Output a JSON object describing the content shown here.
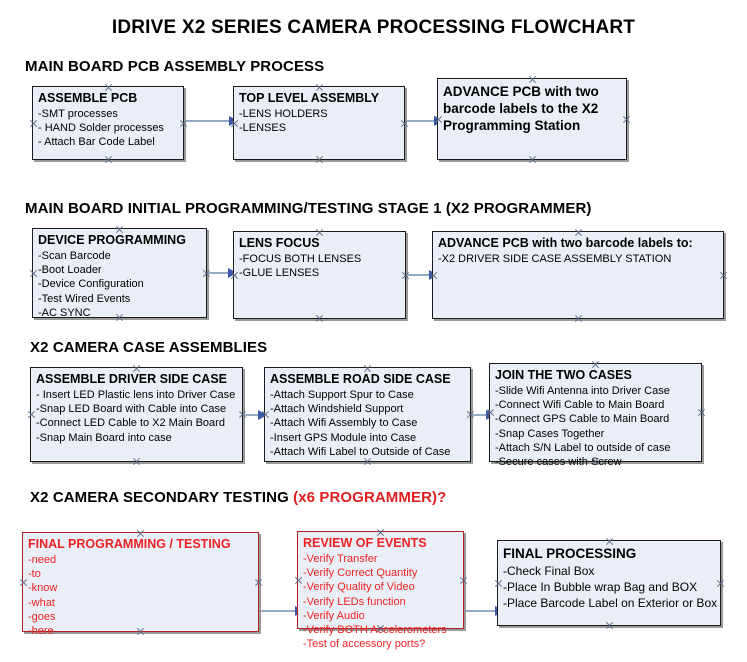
{
  "document": {
    "title": "IDRIVE X2  SERIES CAMERA PROCESSING FLOWCHART"
  },
  "colors": {
    "box_fill": "#eaeff7",
    "box_border": "#1b1b1b",
    "red_accent": "#ee2222",
    "arrow_line": "#93aac6",
    "arrow_head": "#3a57a8"
  },
  "sections": [
    {
      "heading": "MAIN BOARD PCB ASSEMBLY PROCESS",
      "heading_accent": "",
      "nodes": [
        {
          "title": "ASSEMBLE PCB",
          "lines": [
            "-SMT processes",
            "- HAND Solder processes",
            "- Attach Bar Code Label"
          ]
        },
        {
          "title": "TOP LEVEL ASSEMBLY",
          "lines": [
            "-LENS HOLDERS",
            "-LENSES"
          ]
        },
        {
          "title": "ADVANCE PCB with two barcode labels to the  X2 Programming Station",
          "lines": []
        }
      ]
    },
    {
      "heading": "MAIN BOARD INITIAL PROGRAMMING/TESTING STAGE 1 (X2 PROGRAMMER)",
      "heading_accent": "",
      "nodes": [
        {
          "title": "DEVICE PROGRAMMING",
          "lines": [
            "-Scan Barcode",
            "-Boot Loader",
            "-Device Configuration",
            "-Test Wired Events",
            "-AC SYNC"
          ]
        },
        {
          "title": "LENS FOCUS",
          "lines": [
            "-FOCUS BOTH LENSES",
            "-GLUE LENSES"
          ]
        },
        {
          "title": "ADVANCE PCB with two barcode labels to:",
          "lines": [
            "-X2 DRIVER  SIDE  CASE  ASSEMBLY STATION"
          ]
        }
      ]
    },
    {
      "heading": "X2 CAMERA CASE ASSEMBLIES",
      "heading_accent": "",
      "nodes": [
        {
          "title": "ASSEMBLE DRIVER SIDE CASE",
          "lines": [
            "- Insert LED Plastic lens into Driver Case",
            "-Snap LED Board with Cable into Case",
            "-Connect LED Cable to X2 Main Board",
            "-Snap Main Board into case"
          ]
        },
        {
          "title": "ASSEMBLE ROAD SIDE CASE",
          "lines": [
            "-Attach Support Spur to Case",
            "-Attach Windshield Support",
            "-Attach Wifi Assembly to Case",
            "-Insert GPS Module into Case",
            "-Attach Wifi Label to Outside of Case"
          ]
        },
        {
          "title": "JOIN THE TWO CASES",
          "lines": [
            "-Slide Wifi Antenna into Driver Case",
            "-Connect Wifi Cable to Main Board",
            "-Connect GPS Cable to Main Board",
            "-Snap Cases Together",
            "-Attach S/N Label to outside of case",
            "-Secure cases with Screw"
          ]
        }
      ]
    },
    {
      "heading": "X2 CAMERA SECONDARY TESTING",
      "heading_accent": "(x6 PROGRAMMER)?",
      "nodes": [
        {
          "title": "FINAL PROGRAMMING / TESTING",
          "lines": [
            "-need",
            "-to",
            "-know",
            "-what",
            "-goes",
            "-here"
          ]
        },
        {
          "title": "REVIEW OF EVENTS",
          "lines": [
            "-Verify Transfer",
            "-Verify Correct Quantity",
            "-Verify Quality of Video",
            "-Verify LEDs function",
            "-Verify Audio",
            "-Verify BOTH Accelerometers",
            "-Test of accessory ports?"
          ]
        },
        {
          "title": "FINAL PROCESSING",
          "lines": [
            " -Check Final Box",
            "-Place In Bubble wrap Bag and BOX",
            "-Place Barcode Label on Exterior or Box"
          ]
        }
      ]
    }
  ]
}
